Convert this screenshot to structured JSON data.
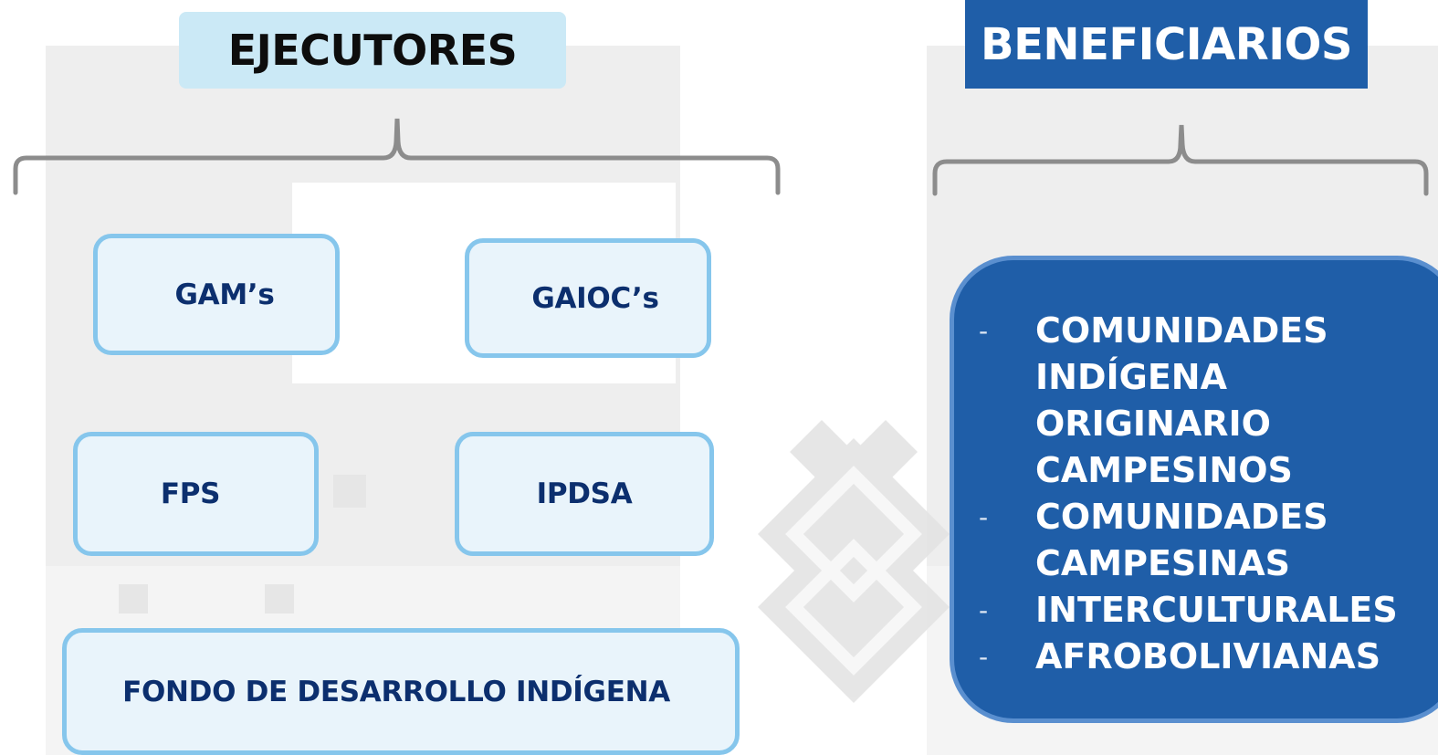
{
  "ejecutores": {
    "title": "EJECUTORES",
    "nodes": {
      "gams": "GAM’s",
      "gaiocs": "GAIOC’s",
      "fps": "FPS",
      "ipdsa": "IPDSA",
      "fondo": "FONDO DE DESARROLLO INDÍGENA"
    }
  },
  "beneficiarios": {
    "title": "BENEFICIARIOS",
    "bullet": "-",
    "items": [
      "COMUNIDADES INDÍGENA ORIGINARIO CAMPESINOS",
      "COMUNIDADES CAMPESINAS",
      "INTERCULTURALES",
      "AFROBOLIVIANAS"
    ]
  },
  "colors": {
    "header_light": "#cbe9f6",
    "header_dark": "#1f5ea8",
    "node_border": "#86c6ec",
    "node_fill": "#e9f4fb",
    "node_text": "#0c2f6e",
    "brace": "#8c8c8c"
  }
}
